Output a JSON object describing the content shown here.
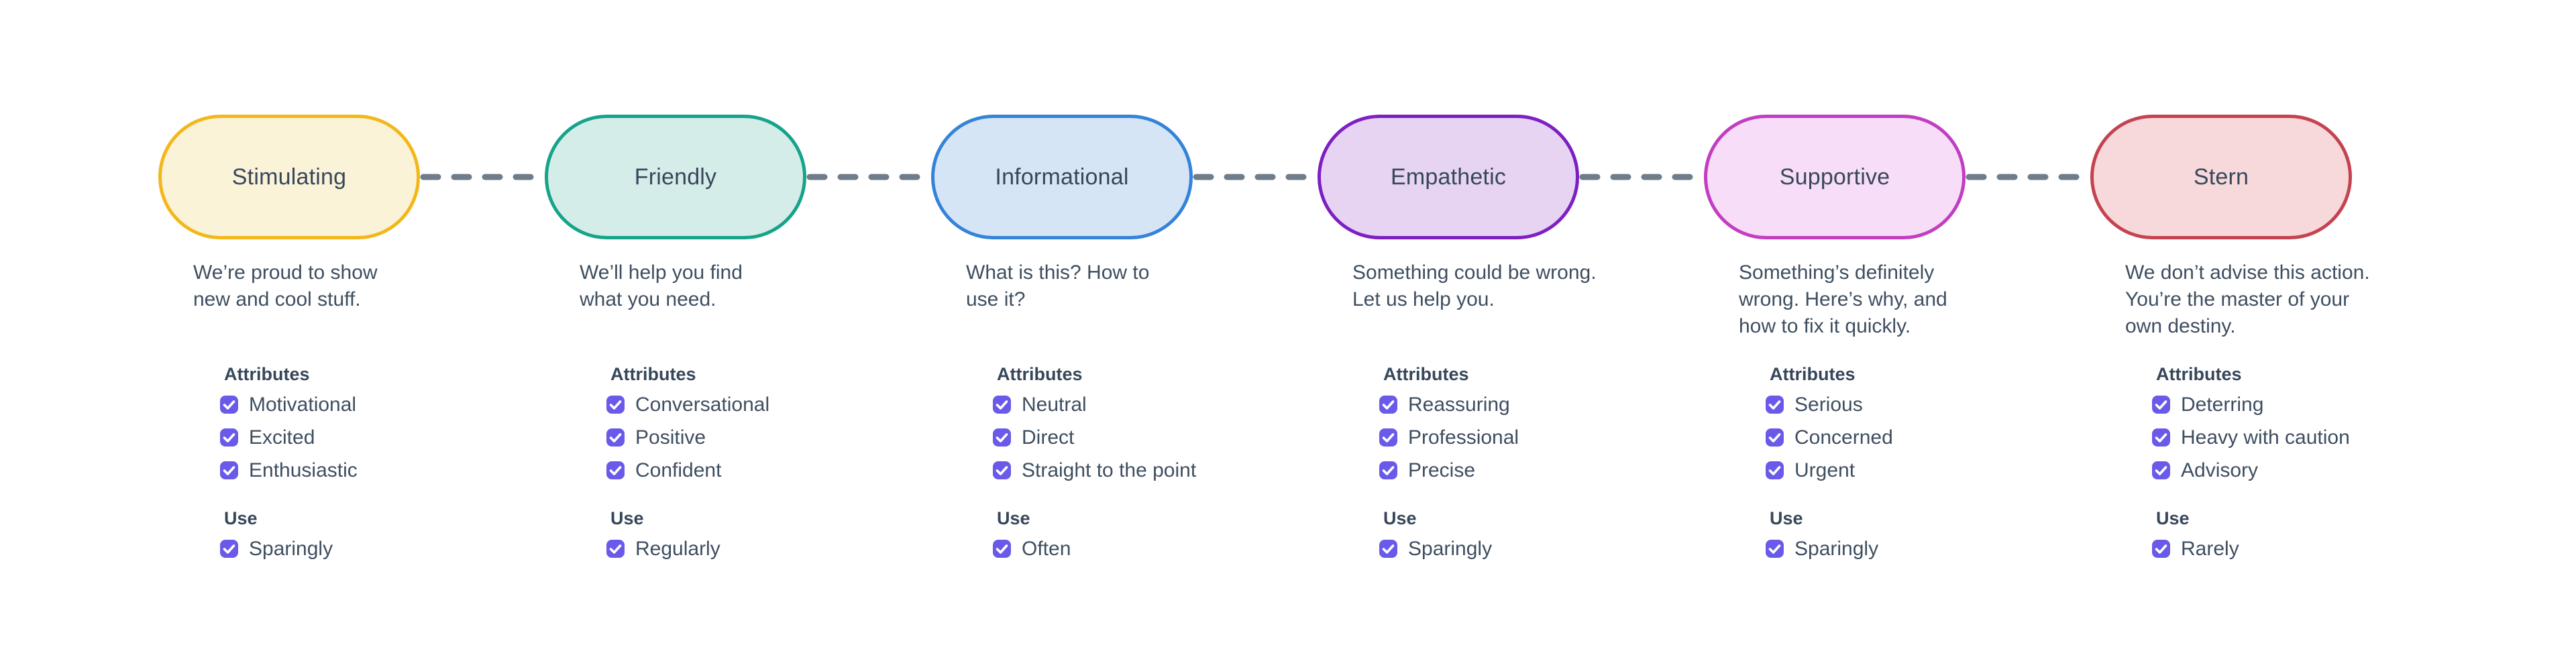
{
  "page": {
    "background_color": "#ffffff"
  },
  "labels": {
    "attributes_heading": "Attributes",
    "use_heading": "Use"
  },
  "connector": {
    "color": "#6F7D8A",
    "style": "dashed-rounded"
  },
  "checkbox": {
    "color": "#6A5AE9",
    "check_color": "#ffffff",
    "checked": true
  },
  "text_colors": {
    "title": "#37475A",
    "body": "#3E4E60"
  },
  "tones": [
    {
      "name": "Stimulating",
      "border_color": "#F3B71A",
      "fill_color": "#FBF3D8",
      "description_lines": [
        "We’re proud to show",
        "new and cool stuff."
      ],
      "attributes": [
        "Motivational",
        "Excited",
        "Enthusiastic"
      ],
      "use": "Sparingly"
    },
    {
      "name": "Friendly",
      "border_color": "#15A38A",
      "fill_color": "#D5EDE8",
      "description_lines": [
        "We’ll help you find",
        "what you need."
      ],
      "attributes": [
        "Conversational",
        "Positive",
        "Confident"
      ],
      "use": "Regularly"
    },
    {
      "name": "Informational",
      "border_color": "#3583D9",
      "fill_color": "#D6E5F6",
      "description_lines": [
        "What is this? How to",
        "use it?"
      ],
      "attributes": [
        "Neutral",
        "Direct",
        "Straight to the point"
      ],
      "use": "Often"
    },
    {
      "name": "Empathetic",
      "border_color": "#7D1FC2",
      "fill_color": "#E7D4F3",
      "description_lines": [
        "Something could be wrong.",
        "Let us help you."
      ],
      "attributes": [
        "Reassuring",
        "Professional",
        "Precise"
      ],
      "use": "Sparingly"
    },
    {
      "name": "Supportive",
      "border_color": "#C13DC1",
      "fill_color": "#F7DDF7",
      "description_lines": [
        "Something’s definitely",
        "wrong. Here’s why, and",
        "how to fix it quickly."
      ],
      "attributes": [
        "Serious",
        "Concerned",
        "Urgent"
      ],
      "use": "Sparingly"
    },
    {
      "name": "Stern",
      "border_color": "#C54250",
      "fill_color": "#F7D9DB",
      "description_lines": [
        "We don’t advise this action.",
        "You’re the master of your",
        "own destiny."
      ],
      "attributes": [
        "Deterring",
        "Heavy with caution",
        "Advisory"
      ],
      "use": "Rarely"
    }
  ]
}
